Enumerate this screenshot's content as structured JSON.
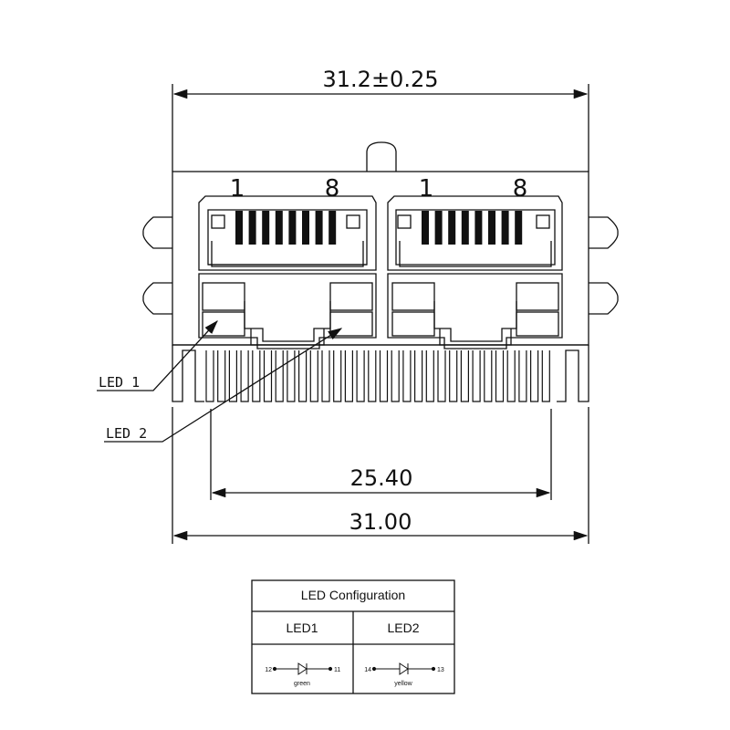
{
  "dimensions": {
    "overall_width": "31.2±0.25",
    "pin_span": "25.40",
    "body_width": "31.00"
  },
  "ports": [
    {
      "pin_first": "1",
      "pin_last": "8"
    },
    {
      "pin_first": "1",
      "pin_last": "8"
    }
  ],
  "callouts": {
    "led1": "LED 1",
    "led2": "LED 2"
  },
  "led_config": {
    "title": "LED Configuration",
    "columns": [
      {
        "header": "LED1",
        "pin_left": "12",
        "pin_right": "11",
        "color": "green"
      },
      {
        "header": "LED2",
        "pin_left": "14",
        "pin_right": "13",
        "color": "yellow"
      }
    ]
  }
}
